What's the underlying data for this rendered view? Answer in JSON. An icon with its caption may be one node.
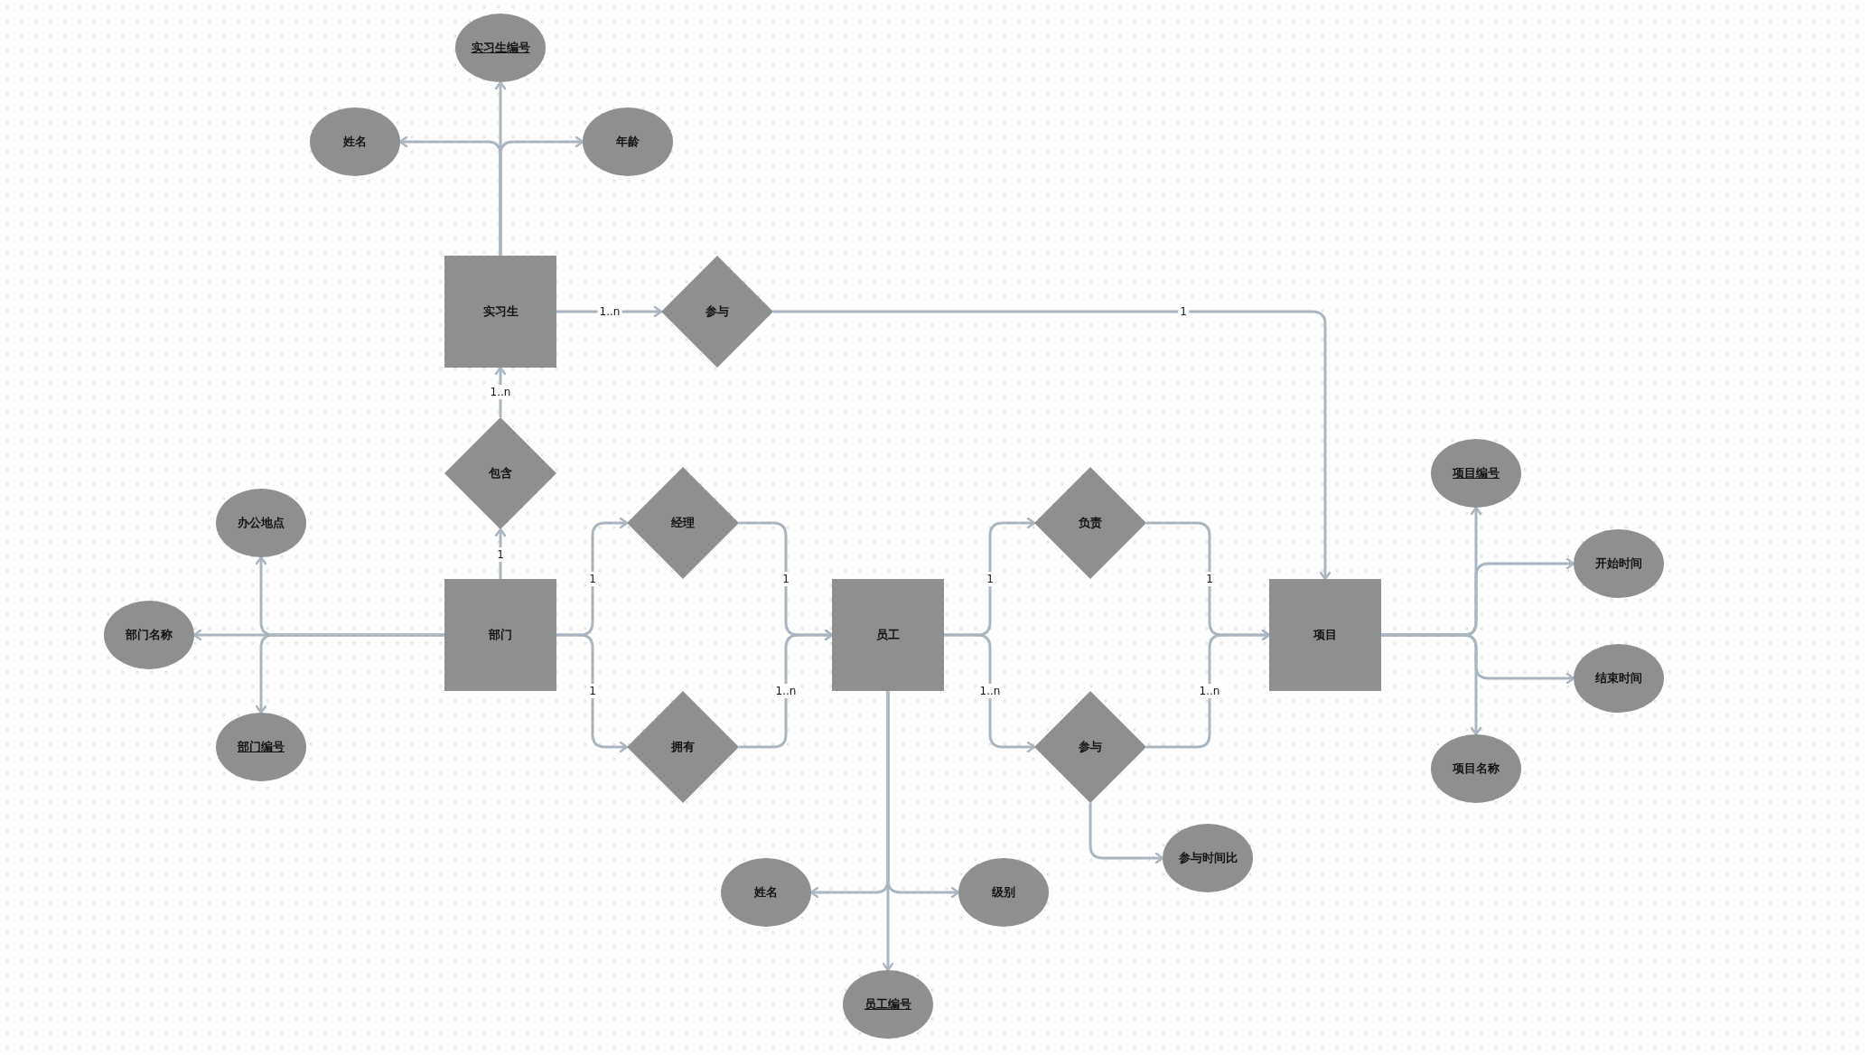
{
  "diagram": {
    "nodes": [
      {
        "text": [
          "实习生编号"
        ]
      },
      {
        "text": [
          "姓名"
        ]
      },
      {
        "text": [
          "年龄"
        ]
      },
      {
        "text": [
          "实习生"
        ]
      },
      {
        "text": [
          "参与"
        ]
      },
      {
        "text": [
          "包含"
        ]
      },
      {
        "text": [
          "办公地点"
        ]
      },
      {
        "text": [
          "部门名称"
        ]
      },
      {
        "text": [
          "部门编号"
        ]
      },
      {
        "text": [
          "部门"
        ]
      },
      {
        "text": [
          "经理"
        ]
      },
      {
        "text": [
          "拥有"
        ]
      },
      {
        "text": [
          "员工"
        ]
      },
      {
        "text": [
          "负责"
        ]
      },
      {
        "text": [
          "参与"
        ]
      },
      {
        "text": [
          "项目"
        ]
      },
      {
        "text": [
          "项目编号"
        ]
      },
      {
        "text": [
          "开始时间"
        ]
      },
      {
        "text": [
          "结束时间"
        ]
      },
      {
        "text": [
          "项目名称"
        ]
      },
      {
        "text": [
          "参与时间比"
        ]
      },
      {
        "text": [
          "姓名"
        ]
      },
      {
        "text": [
          "级别"
        ]
      },
      {
        "text": [
          "员工编号"
        ]
      }
    ],
    "edges": [
      {
        "from": 3,
        "to": 0,
        "arrow": "to"
      },
      {
        "from": 3,
        "to": 1,
        "arrow": "to"
      },
      {
        "from": 3,
        "to": 2,
        "arrow": "to"
      },
      {
        "from": 3,
        "to": 4,
        "arrow": "to",
        "label": "1..n"
      },
      {
        "from": 4,
        "to": 15,
        "arrow": "to",
        "label": "1"
      },
      {
        "from": 9,
        "to": 5,
        "arrow": "to",
        "label": "1"
      },
      {
        "from": 5,
        "to": 3,
        "arrow": "to",
        "label": "1..n"
      },
      {
        "from": 9,
        "to": 6,
        "arrow": "to"
      },
      {
        "from": 9,
        "to": 7,
        "arrow": "to"
      },
      {
        "from": 9,
        "to": 8,
        "arrow": "to"
      },
      {
        "from": 9,
        "to": 10,
        "arrow": "to",
        "label": "1"
      },
      {
        "from": 9,
        "to": 11,
        "arrow": "to",
        "label": "1"
      },
      {
        "from": 10,
        "to": 12,
        "arrow": "to",
        "label": "1"
      },
      {
        "from": 11,
        "to": 12,
        "arrow": "to",
        "label": "1..n"
      },
      {
        "from": 12,
        "to": 13,
        "arrow": "to",
        "label": "1"
      },
      {
        "from": 12,
        "to": 14,
        "arrow": "to",
        "label": "1..n"
      },
      {
        "from": 13,
        "to": 15,
        "arrow": "to",
        "label": "1"
      },
      {
        "from": 14,
        "to": 15,
        "arrow": "to",
        "label": "1..n"
      },
      {
        "from": 15,
        "to": 16,
        "arrow": "to"
      },
      {
        "from": 15,
        "to": 17,
        "arrow": "to"
      },
      {
        "from": 15,
        "to": 18,
        "arrow": "to"
      },
      {
        "from": 15,
        "to": 19,
        "arrow": "to"
      },
      {
        "from": 14,
        "to": 20,
        "arrow": "to"
      },
      {
        "from": 12,
        "to": 21,
        "arrow": "to"
      },
      {
        "from": 12,
        "to": 22,
        "arrow": "to"
      },
      {
        "from": 12,
        "to": 23,
        "arrow": "to"
      }
    ]
  }
}
